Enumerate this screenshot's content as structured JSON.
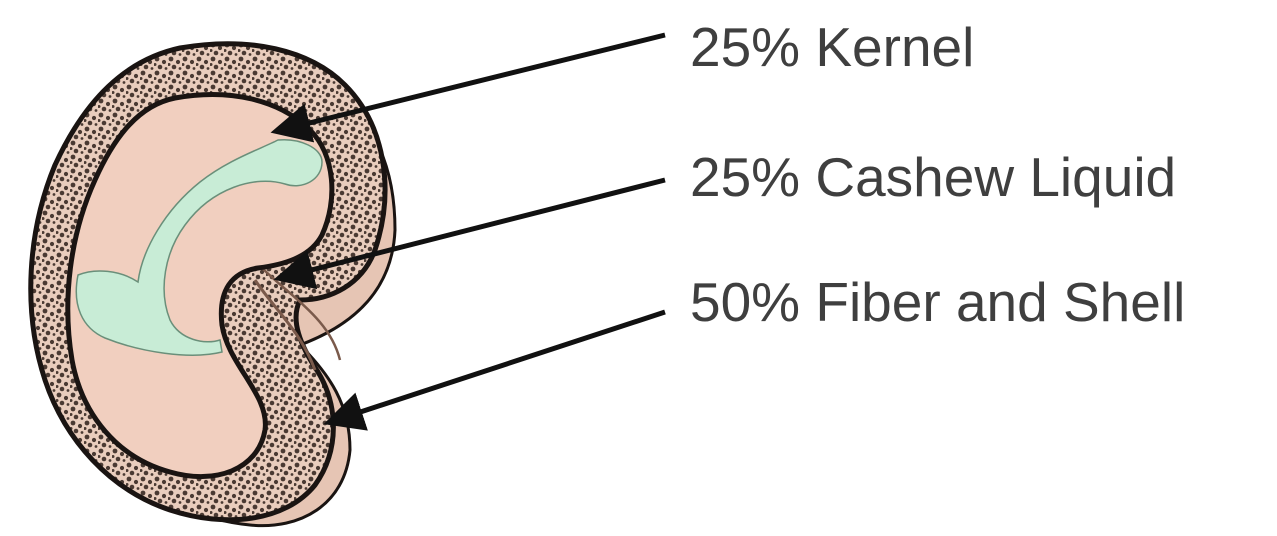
{
  "callouts": [
    {
      "id": "kernel",
      "label": "25% Kernel"
    },
    {
      "id": "liquid",
      "label": "25% Cashew Liquid"
    },
    {
      "id": "shell",
      "label": "50% Fiber and Shell"
    }
  ],
  "colors": {
    "label_text": "#3f3f3f",
    "arrow": "#111111",
    "shell_fill": "#e6c5b4",
    "shell_texture": "#4a3a33",
    "kernel_fill": "#f1cfbf",
    "liquid_fill": "#c8ecd6",
    "outline": "#1a1412"
  },
  "icons": {
    "kernel": "cashew-kernel",
    "liquid": "cashew-liquid-layer",
    "shell": "cashew-fiber-shell"
  }
}
